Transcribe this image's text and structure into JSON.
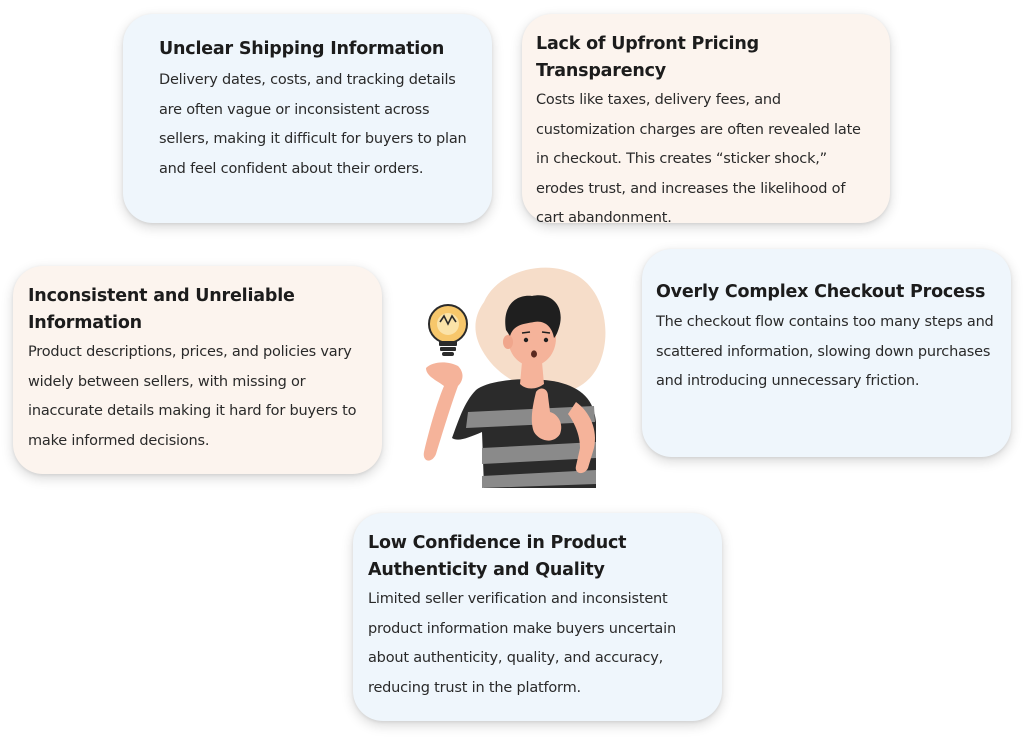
{
  "cards": {
    "shipping": {
      "title": "Unclear Shipping Information",
      "body": "Delivery dates, costs, and tracking details are often vague or inconsistent across sellers, making it difficult for buyers to plan and feel confident about their orders."
    },
    "pricing": {
      "title": "Lack of Upfront Pricing Transparency",
      "body": "Costs like taxes, delivery fees, and customization charges are often revealed late in checkout. This creates “sticker shock,” erodes trust, and increases the likelihood of cart abandonment."
    },
    "inconsistent": {
      "title": "Inconsistent and Unreliable Information",
      "body": "Product descriptions, prices, and policies vary widely between sellers, with missing or inaccurate details making it hard for buyers to make informed decisions."
    },
    "checkout": {
      "title": "Overly Complex Checkout Process",
      "body": "The checkout flow contains too many steps and scattered information, slowing down purchases and introducing unnecessary friction."
    },
    "authenticity": {
      "title": "Low Confidence in Product Authenticity and Quality",
      "body": "Limited seller verification and inconsistent product information make buyers uncertain about authenticity, quality, and accuracy, reducing trust in the platform."
    }
  },
  "illustration": {
    "icon": "thinking-person-with-lightbulb",
    "colors": {
      "blob": "#f6ddc9",
      "skin": "#f5b39a",
      "hair": "#1f1f1f",
      "shirt_dark": "#2b2b2b",
      "shirt_stripe": "#8a8a8a",
      "bulb": "#f7c76b"
    }
  },
  "colors": {
    "card_blue": "#eff6fc",
    "card_peach": "#fcf4ee",
    "text": "#1c1c1c"
  }
}
